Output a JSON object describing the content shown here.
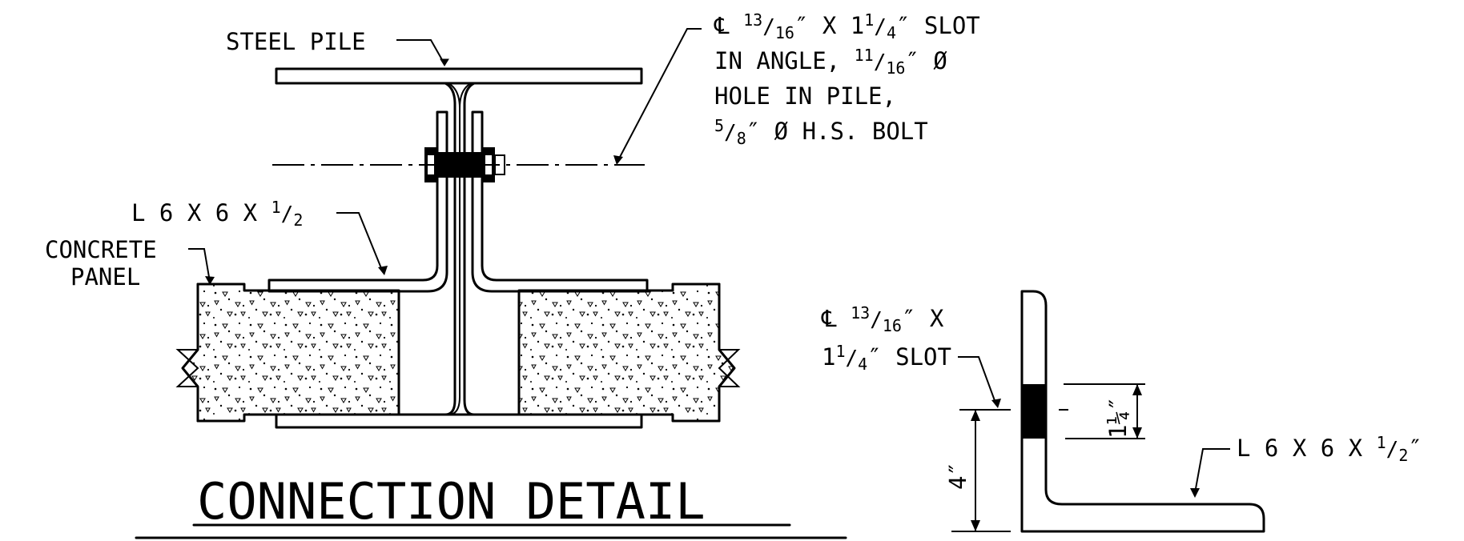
{
  "labels": {
    "steel_pile": "STEEL PILE",
    "slot_note_l1_prefix": "℄ ",
    "slot_note_l1_num": "13",
    "slot_note_l1_den": "16",
    "slot_note_l1_mid": "″ X 1",
    "slot_note_l1_num2": "1",
    "slot_note_l1_den2": "4",
    "slot_note_l1_suffix": "″ SLOT",
    "slot_note_l2_prefix": "IN ANGLE, ",
    "slot_note_l2_num": "11",
    "slot_note_l2_den": "16",
    "slot_note_l2_suffix": "″ Ø",
    "slot_note_l3": "HOLE IN PILE,",
    "slot_note_l4_num": "5",
    "slot_note_l4_den": "8",
    "slot_note_l4_suffix": "″ Ø H.S. BOLT",
    "angle_left_prefix": "L 6 X 6 X ",
    "angle_left_num": "1",
    "angle_left_den": "2",
    "concrete_l1": "CONCRETE",
    "concrete_l2": "PANEL",
    "title": "CONNECTION DETAIL",
    "side_slot_l1_prefix": "℄ ",
    "side_slot_l1_num": "13",
    "side_slot_l1_den": "16",
    "side_slot_l1_suffix": "″ X",
    "side_slot_l2_prefix": "1",
    "side_slot_l2_num": "1",
    "side_slot_l2_den": "4",
    "side_slot_l2_suffix": "″ SLOT",
    "dim_slot": "1¼″",
    "dim_height": "4″",
    "angle_right_prefix": "L 6 X 6 X ",
    "angle_right_num": "1",
    "angle_right_den": "2",
    "angle_right_suffix": "″"
  }
}
